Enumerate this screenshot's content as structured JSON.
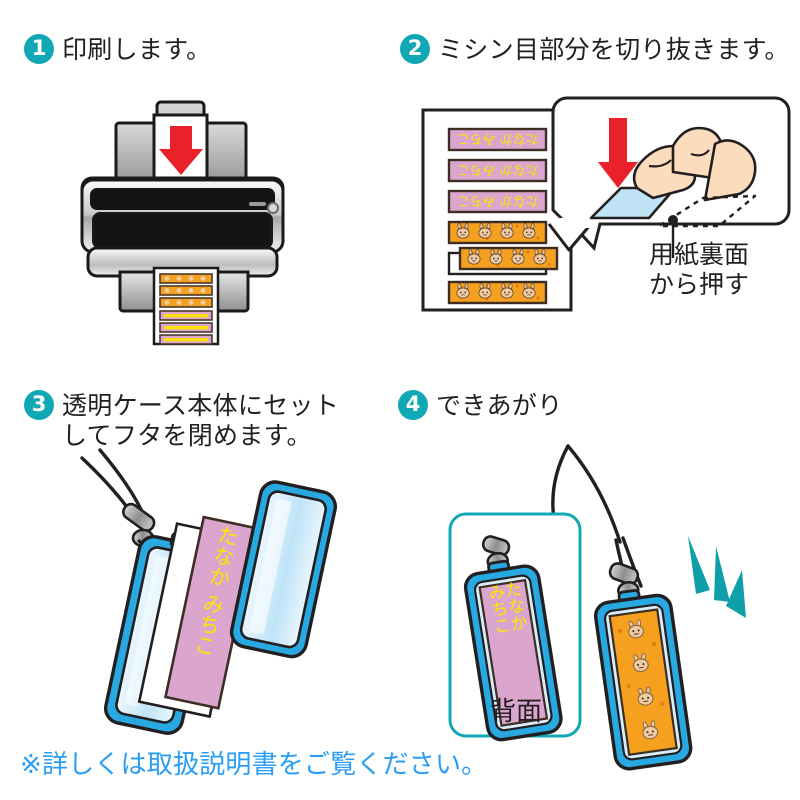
{
  "doc": {
    "title": "ネームタグ作成手順",
    "background": "#ffffff"
  },
  "colors": {
    "teal": "#10a8b4",
    "note_blue": "#2a9df4",
    "text_dark": "#231f20",
    "red_arrow": "#e8212a",
    "case_blue": "#29a9e1",
    "label_pink": "#dba6cd",
    "label_orange": "#f5a01e",
    "label_yellow_text": "#ffe400",
    "skin": "#fbdcbc",
    "sparkle_teal": "#0f9fa8"
  },
  "steps": [
    {
      "number": "1",
      "text": "印刷します。",
      "illustration": "inkjet-printer-printing-label-sheet",
      "details": {
        "arrow": "red-down-arrow-on-paper",
        "output_sheet_strips": [
          {
            "style": "orange",
            "pattern": "bunny-faces"
          },
          {
            "style": "orange",
            "pattern": "bunny-faces"
          },
          {
            "style": "orange",
            "pattern": "bunny-faces"
          },
          {
            "style": "pink",
            "pattern": "name-text"
          },
          {
            "style": "pink",
            "pattern": "name-text"
          },
          {
            "style": "pink",
            "pattern": "name-text"
          }
        ]
      }
    },
    {
      "number": "2",
      "text": "ミシン目部分を切り抜きます。",
      "illustration": "label-sheet-with-perforated-strips-and-finger-callout",
      "details": {
        "sheet_strips": [
          {
            "style": "pink",
            "text": "たなか みちこ",
            "state": "in-place"
          },
          {
            "style": "pink",
            "text": "たなか みちこ",
            "state": "in-place"
          },
          {
            "style": "pink",
            "text": "たなか みちこ",
            "state": "in-place"
          },
          {
            "style": "orange",
            "text": "",
            "state": "in-place"
          },
          {
            "style": "orange",
            "text": "",
            "state": "popped-out"
          },
          {
            "style": "orange",
            "text": "",
            "state": "in-place"
          }
        ],
        "callout": {
          "arrow": "red-down-arrow",
          "content": "finger-pushing-strip-from-back"
        },
        "annotation": "用紙裏面\nから押す"
      }
    },
    {
      "number": "3",
      "text": "透明ケース本体にセット\nしてフタを閉めます。",
      "illustration": "inserting-label-into-clear-case-and-closing-lid",
      "details": {
        "label_text": "たなか みちこ",
        "label_style": "pink",
        "case_color": "#29a9e1",
        "strap": "phone-strap-cord"
      }
    },
    {
      "number": "4",
      "text": "できあがり",
      "illustration": "two-finished-name-tags-front-and-back",
      "details": {
        "back_box_label": "背面",
        "back_tag": {
          "label_text": "たなか みちこ",
          "label_style": "pink"
        },
        "front_tag": {
          "label_style": "orange",
          "pattern": "bunny-faces"
        },
        "sparkle": "three-teal-rays"
      }
    }
  ],
  "footnote": {
    "text": "※詳しくは取扱説明書をご覧ください。"
  },
  "labels": {
    "name_text": "たなか みちこ",
    "name_line1": "たなか",
    "name_line2": "みちこ",
    "back_side": "背面",
    "push_line1": "用紙裏面",
    "push_line2": "から押す"
  }
}
